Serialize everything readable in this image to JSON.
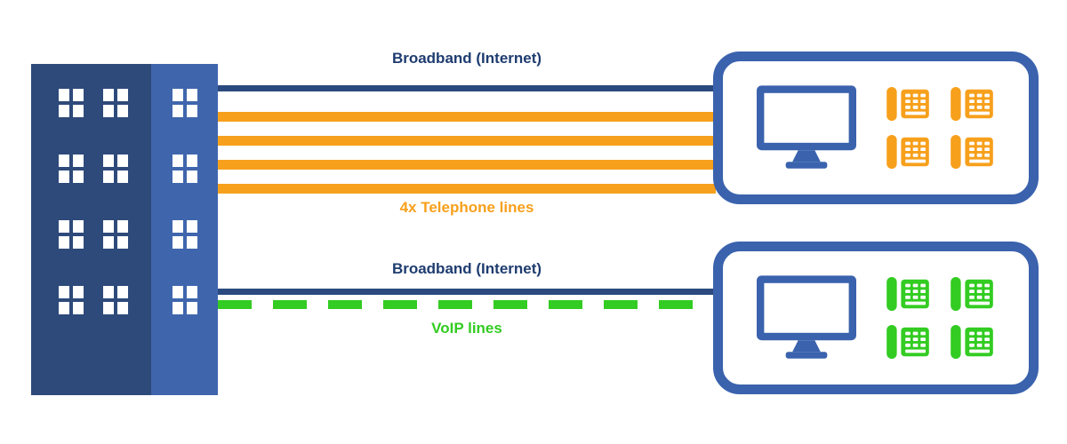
{
  "diagram": {
    "labels": {
      "broadband_top": "Broadband (Internet)",
      "telephone_lines": "4x Telephone lines",
      "broadband_bottom": "Broadband (Internet)",
      "voip_lines": "VoIP lines"
    },
    "colors": {
      "navy": "#1e3c70",
      "line-navy": "#2a4a7f",
      "building-dark": "#2e4a7a",
      "building-light": "#3f66ad",
      "box-blue": "#3a62ad",
      "orange": "#f7a01c",
      "green": "#33cc22"
    },
    "building": {
      "windows_dark_section": 8,
      "windows_light_section": 4
    },
    "offices": {
      "top": {
        "devices": "computer",
        "phone_count": 4,
        "phone_color": "orange",
        "connections": [
          "Broadband (Internet)",
          "4x Telephone lines"
        ]
      },
      "bottom": {
        "devices": "computer",
        "phone_count": 4,
        "phone_color": "green",
        "connections": [
          "Broadband (Internet)",
          "VoIP lines"
        ]
      }
    }
  }
}
